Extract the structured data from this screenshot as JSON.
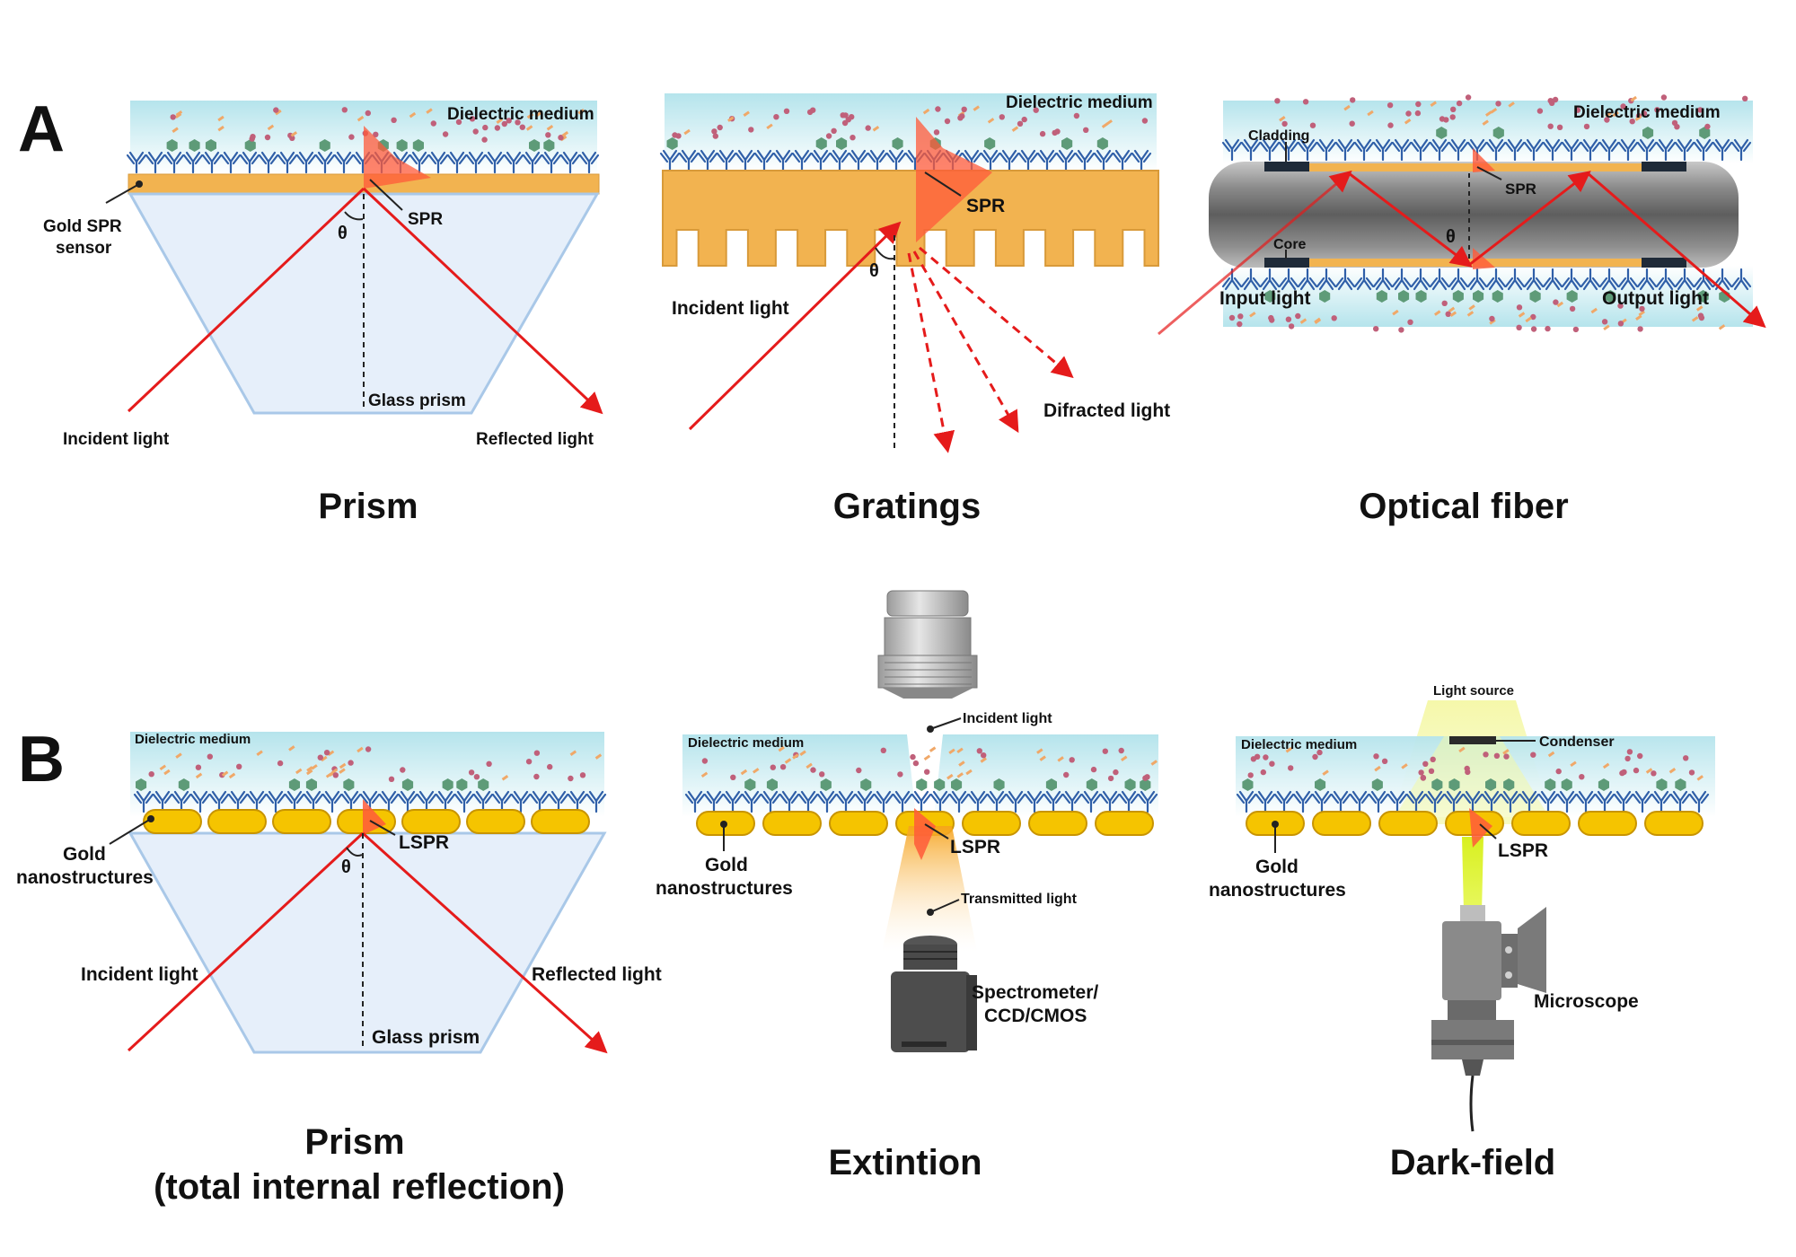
{
  "panel_letters": {
    "a": "A",
    "b": "B"
  },
  "panelA": {
    "prism": {
      "title": "Prism",
      "dielectric": "Dielectric medium",
      "sensor": [
        "Gold SPR",
        "sensor"
      ],
      "spr": "SPR",
      "theta": "θ",
      "glass": "Glass prism",
      "incident": "Incident light",
      "reflected": "Reflected light"
    },
    "gratings": {
      "title": "Gratings",
      "dielectric": "Dielectric medium",
      "spr": "SPR",
      "theta": "θ",
      "incident": "Incident light",
      "diffracted": "Difracted light"
    },
    "fiber": {
      "title": "Optical fiber",
      "dielectric": "Dielectric medium",
      "cladding": "Cladding",
      "spr": "SPR",
      "theta": "θ",
      "core": "Core",
      "input": "Input light",
      "output": "Output light"
    }
  },
  "panelB": {
    "prism_tir": {
      "title": [
        "Prism",
        "(total internal reflection)"
      ],
      "dielectric": "Dielectric medium",
      "gold": [
        "Gold",
        "nanostructures"
      ],
      "lspr": "LSPR",
      "theta": "θ",
      "glass": "Glass prism",
      "incident": "Incident light",
      "reflected": "Reflected light"
    },
    "extinction": {
      "title": "Extintion",
      "dielectric": "Dielectric medium",
      "incident": "Incident light",
      "gold": [
        "Gold",
        "nanostructures"
      ],
      "lspr": "LSPR",
      "transmitted": "Transmitted light",
      "detector": [
        "Spectrometer/",
        "CCD/CMOS"
      ]
    },
    "darkfield": {
      "title": "Dark-field",
      "light_source": "Light source",
      "dielectric": "Dielectric medium",
      "condenser": "Condenser",
      "gold": [
        "Gold",
        "nanostructures"
      ],
      "lspr": "LSPR",
      "microscope": "Microscope"
    }
  },
  "colors": {
    "medium_top": "#b5e4ec",
    "gold_film": "#f2b350",
    "gold_particle": "#f5c400",
    "antibody": "#2f5fa8",
    "antigen_green": "#5e9b78",
    "dot_pink": "#c0607a",
    "dot_orange": "#f0a868",
    "prism_fill": "#e6effa",
    "prism_edge": "#a9c8e8",
    "light_red": "#e51b1b",
    "spr_glow": "#ff5a3a"
  }
}
